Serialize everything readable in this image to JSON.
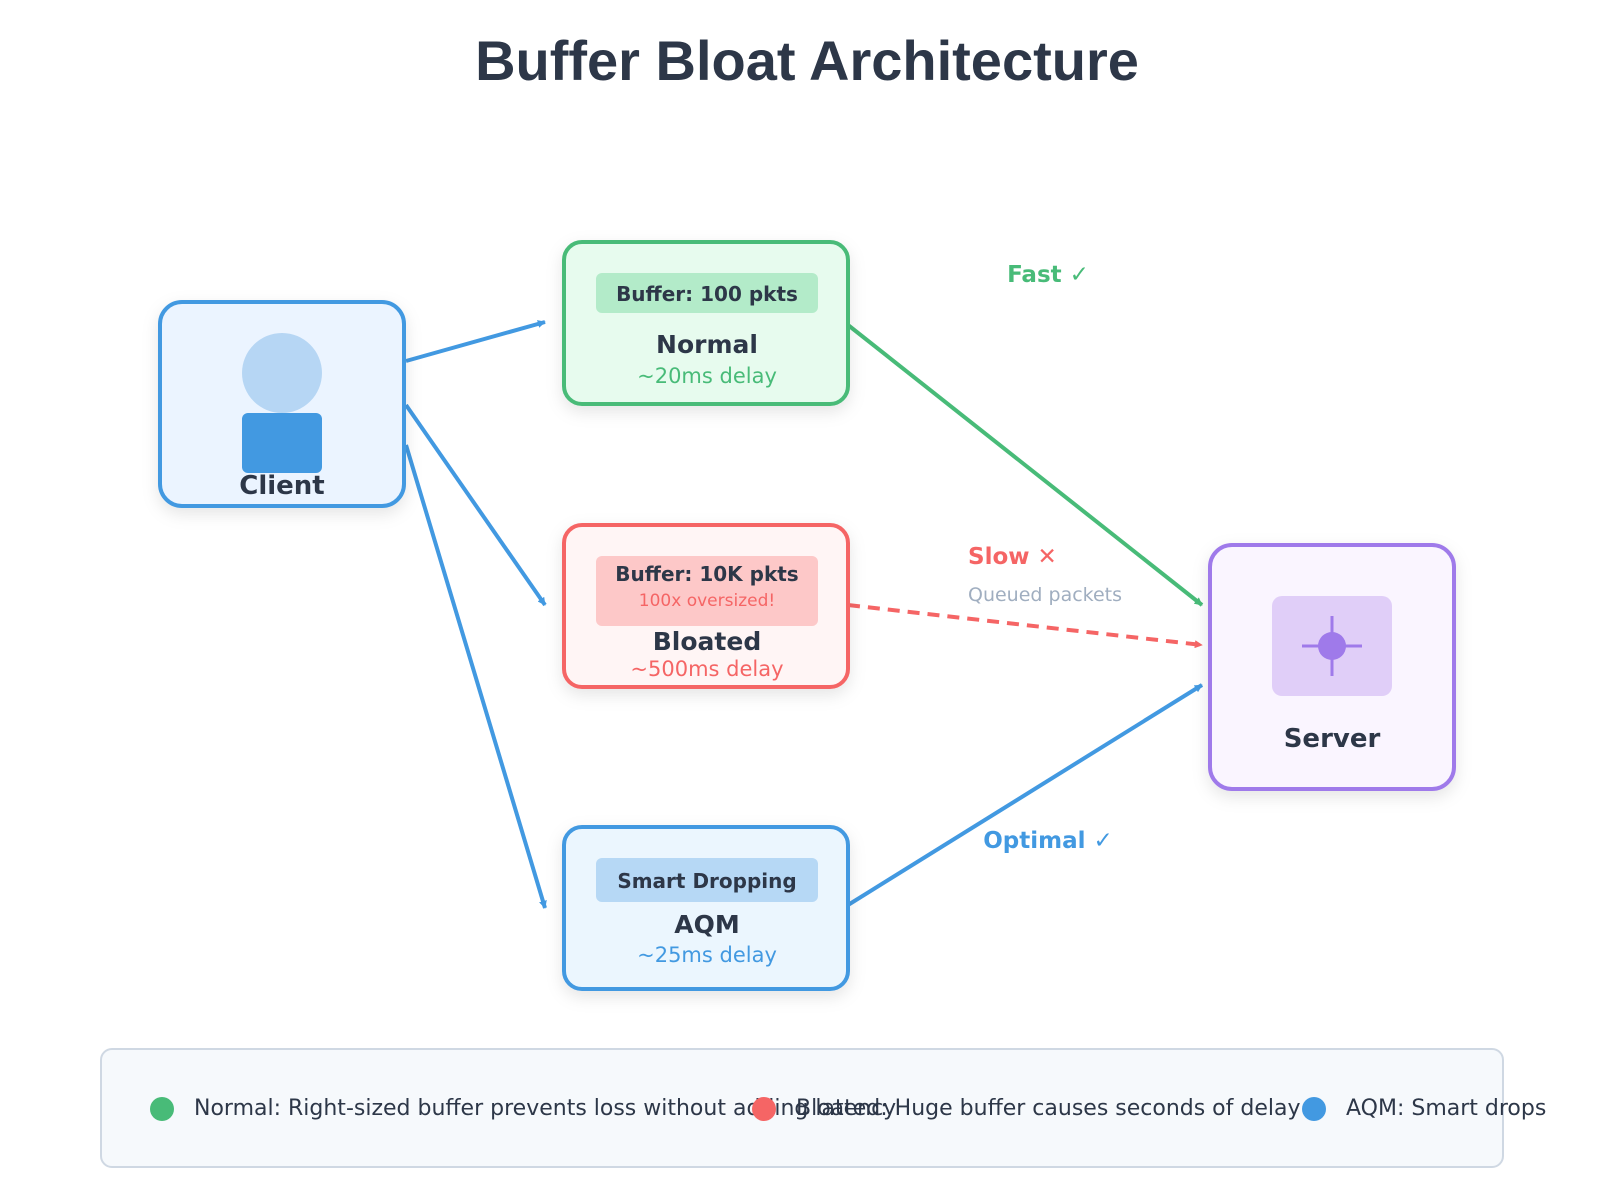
{
  "title": "Buffer Bloat Architecture",
  "nodes": {
    "client": {
      "label": "Client"
    },
    "normal": {
      "badge": "Buffer: 100 pkts",
      "label": "Normal",
      "delay": "~20ms delay"
    },
    "bloated": {
      "badge": "Buffer: 10K pkts",
      "badge_note": "100x oversized!",
      "label": "Bloated",
      "delay": "~500ms delay"
    },
    "aqm": {
      "badge": "Smart Dropping",
      "label": "AQM",
      "delay": "~25ms delay"
    },
    "server": {
      "label": "Server"
    }
  },
  "edges": {
    "fast": "Fast ✓",
    "slow": "Slow ✕",
    "slow_note": "Queued packets",
    "optimal": "Optimal ✓"
  },
  "legend": [
    {
      "text": "Normal: Right-sized buffer prevents loss without adding latency",
      "color": "#48bb78"
    },
    {
      "text": "Bloated: Huge buffer causes seconds of delay",
      "color": "#f56565"
    },
    {
      "text": "AQM: Smart drops",
      "color": "#4299e1"
    }
  ],
  "colors": {
    "green": "#48bb78",
    "red": "#f56565",
    "blue": "#4299e1",
    "purple": "#9f7aea",
    "gray_text": "#a0aec0"
  }
}
